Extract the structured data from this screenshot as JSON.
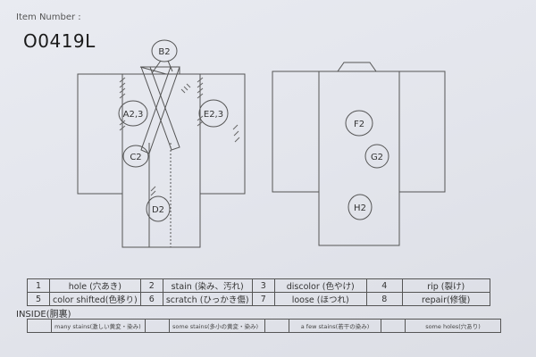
{
  "header": {
    "item_number_label": "Item Number :",
    "item_number": "O0419L"
  },
  "diagram": {
    "front_annotations": [
      {
        "id": "B",
        "text": "B2",
        "codes": [
          2
        ]
      },
      {
        "id": "A",
        "text": "A2,3",
        "codes": [
          2,
          3
        ]
      },
      {
        "id": "E",
        "text": "E2,3",
        "codes": [
          2,
          3
        ]
      },
      {
        "id": "C",
        "text": "C2",
        "codes": [
          2
        ]
      },
      {
        "id": "D",
        "text": "D2",
        "codes": [
          2
        ]
      }
    ],
    "back_annotations": [
      {
        "id": "F",
        "text": "F2",
        "codes": [
          2
        ]
      },
      {
        "id": "G",
        "text": "G2",
        "codes": [
          2
        ]
      },
      {
        "id": "H",
        "text": "H2",
        "codes": [
          2
        ]
      }
    ],
    "line_color": "#555555"
  },
  "legend": {
    "rows": [
      [
        {
          "num": "1",
          "label": "hole (穴あき)"
        },
        {
          "num": "2",
          "label": "stain (染み、汚れ)"
        },
        {
          "num": "3",
          "label": "discolor (色やけ)"
        },
        {
          "num": "4",
          "label": "rip (裂け)"
        }
      ],
      [
        {
          "num": "5",
          "label": "color shifted(色移り)"
        },
        {
          "num": "6",
          "label": "scratch (ひっかき傷)"
        },
        {
          "num": "7",
          "label": "loose (ほつれ)"
        },
        {
          "num": "8",
          "label": "repair(修復)"
        }
      ]
    ]
  },
  "inside": {
    "label": "INSIDE(胴裏)",
    "options": [
      {
        "label": "many stains(激しい黄変・染み)",
        "checked": false
      },
      {
        "label": "some stains(多小の黄変・染み)",
        "checked": false
      },
      {
        "label": "a few stains(若干の染み)",
        "checked": false
      },
      {
        "label": "some holes(穴あり)",
        "checked": false
      }
    ]
  }
}
